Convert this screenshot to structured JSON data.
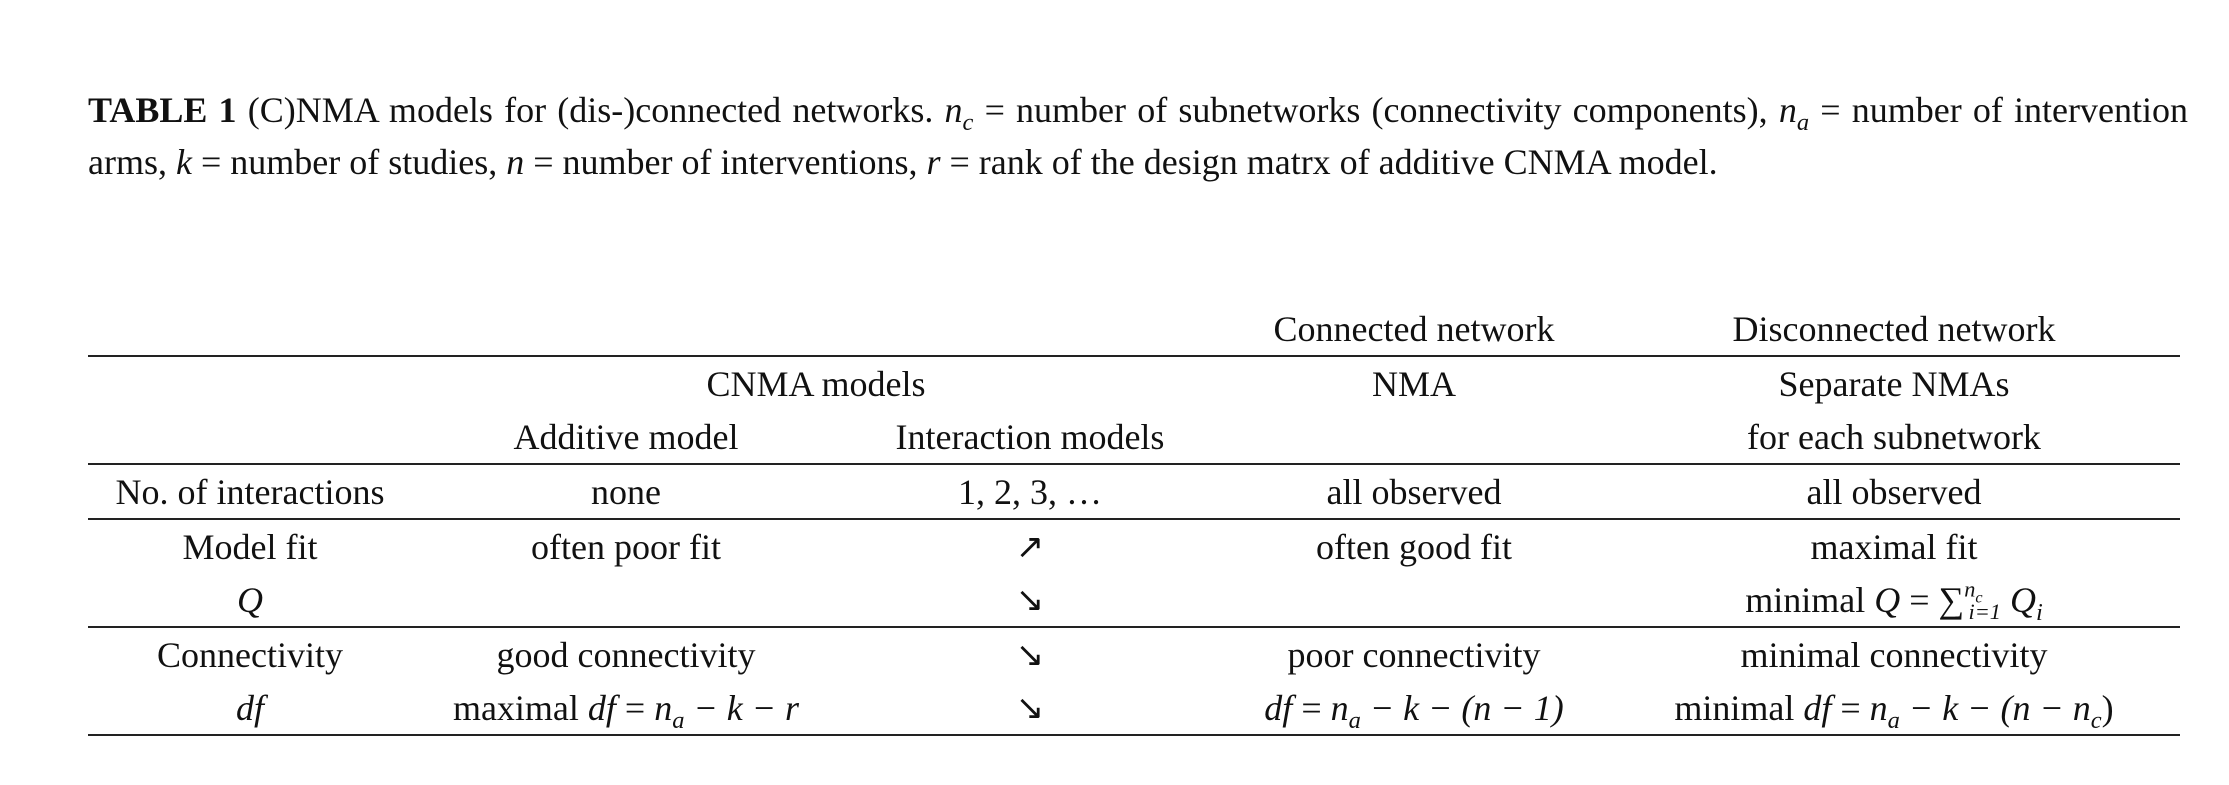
{
  "caption": {
    "label": "TABLE 1",
    "text_1": " (C)NMA models for (dis-)connected networks. ",
    "nc_var": "n",
    "nc_sub": "c",
    "text_2": " = number of subnetworks (connectivity components), ",
    "na_var": "n",
    "na_sub": "a",
    "text_3": " = number of intervention arms, ",
    "k_var": "k",
    "text_4": " = number of studies, ",
    "n_var": "n",
    "text_5": " = number of interventions, ",
    "r_var": "r",
    "text_6": " = rank of the design matrx of additive CNMA model."
  },
  "table": {
    "col_header_connected": "Connected network",
    "col_header_disconnected": "Disconnected network",
    "row_models": {
      "cnma": "CNMA models",
      "nma": "NMA",
      "separate": "Separate NMAs"
    },
    "row_submodels": {
      "additive": "Additive model",
      "interaction": "Interaction models",
      "subnetwork": "for each subnetwork"
    },
    "row_interactions": {
      "label": "No. of interactions",
      "additive": "none",
      "interaction": "1, 2, 3, …",
      "nma": "all observed",
      "separate": "all observed"
    },
    "row_fit": {
      "label": "Model fit",
      "additive": "often poor fit",
      "interaction_arrow": "↗",
      "nma": "often good fit",
      "separate": "maximal fit"
    },
    "row_q": {
      "label": "Q",
      "interaction_arrow": "↘",
      "separate_prefix": "minimal ",
      "q_var": "Q",
      "eq": " = ",
      "sum": "∑",
      "sum_sup_var": "n",
      "sum_sup_sub": "c",
      "sum_sub": "i=1",
      "qi_var": "Q",
      "qi_sub": "i"
    },
    "row_connectivity": {
      "label": "Connectivity",
      "additive": "good connectivity",
      "interaction_arrow": "↘",
      "nma": "poor connectivity",
      "separate": "minimal connectivity"
    },
    "row_df": {
      "label": "df",
      "interaction_arrow": "↘",
      "additive_prefix": "maximal ",
      "additive_formula_df": "df",
      "additive_formula_eq": " = ",
      "additive_formula_n": "n",
      "additive_formula_a": "a",
      "additive_formula_rest": " − k − r",
      "nma_df": "df",
      "nma_eq": " = ",
      "nma_n": "n",
      "nma_a": "a",
      "nma_rest": " − k − (n − 1)",
      "separate_prefix": "minimal ",
      "sep_df": "df",
      "sep_eq": " = ",
      "sep_n": "n",
      "sep_a": "a",
      "sep_mid": " − k − (n − n",
      "sep_c": "c",
      "sep_close": ")"
    }
  }
}
